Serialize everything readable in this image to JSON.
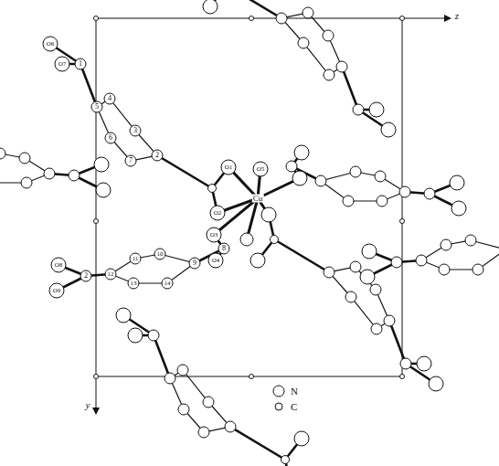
{
  "diagram": {
    "labels": [
      "O6",
      "O7",
      "1",
      "4",
      "5",
      "3",
      "6",
      "2",
      "7",
      "O1",
      "O5",
      "Cu",
      "O2",
      "O3",
      "O4",
      "8",
      "10",
      "11",
      "9",
      "O8",
      "2",
      "12",
      "13",
      "14",
      "O9",
      "z",
      "y"
    ],
    "legend": [
      {
        "text": "N"
      },
      {
        "text": "C"
      }
    ]
  }
}
